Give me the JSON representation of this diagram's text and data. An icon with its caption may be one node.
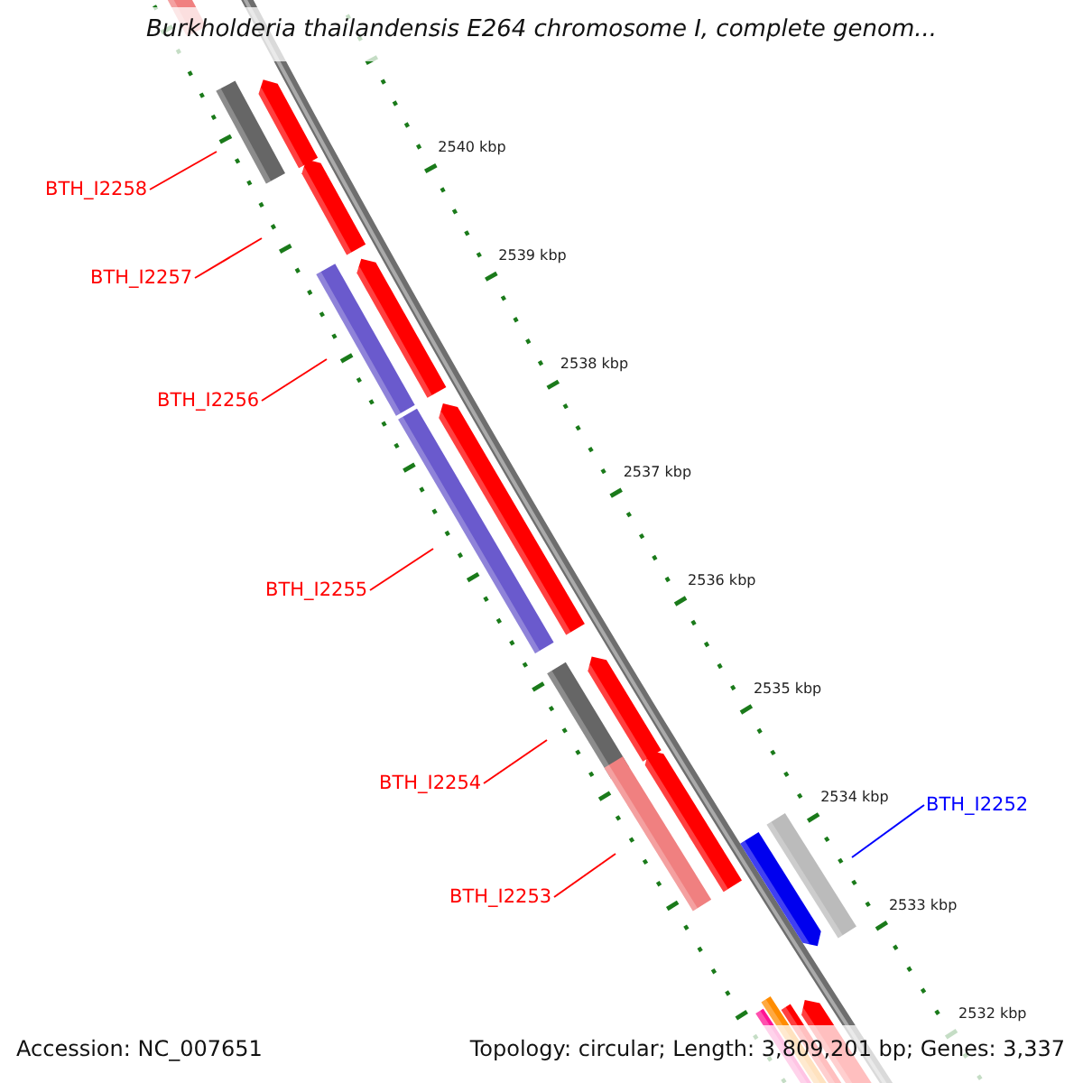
{
  "diagram": {
    "title": "Burkholderia thailandensis E264 chromosome I, complete genom...",
    "nodes": [
      {
        "text": [
          "BTH_I2258"
        ]
      },
      {
        "text": [
          "BTH_I2257"
        ]
      },
      {
        "text": [
          "BTH_I2256"
        ]
      },
      {
        "text": [
          "BTH_I2255"
        ]
      },
      {
        "text": [
          "BTH_I2254"
        ]
      },
      {
        "text": [
          "BTH_I2252"
        ]
      },
      {
        "text": [
          "BTH_I2253"
        ]
      }
    ],
    "edges": [
      {
        "from": 0,
        "to": null,
        "arrow": "none"
      },
      {
        "from": 1,
        "to": null,
        "arrow": "none"
      },
      {
        "from": 2,
        "to": null,
        "arrow": "none"
      },
      {
        "from": 3,
        "to": null,
        "arrow": "none"
      },
      {
        "from": 4,
        "to": null,
        "arrow": "none"
      },
      {
        "from": 5,
        "to": null,
        "arrow": "none",
        "color": "#0000ff"
      },
      {
        "from": 6,
        "to": null,
        "arrow": "none"
      }
    ],
    "labels": [
      "2540 kbp",
      "2539 kbp",
      "2538 kbp",
      "2537 kbp",
      "2536 kbp",
      "2535 kbp",
      "2534 kbp",
      "2533 kbp",
      "2532 kbp",
      "Accession: NC_007651",
      "Topology: circular; Length: 3,809,201 bp; Genes: 3,337"
    ]
  }
}
